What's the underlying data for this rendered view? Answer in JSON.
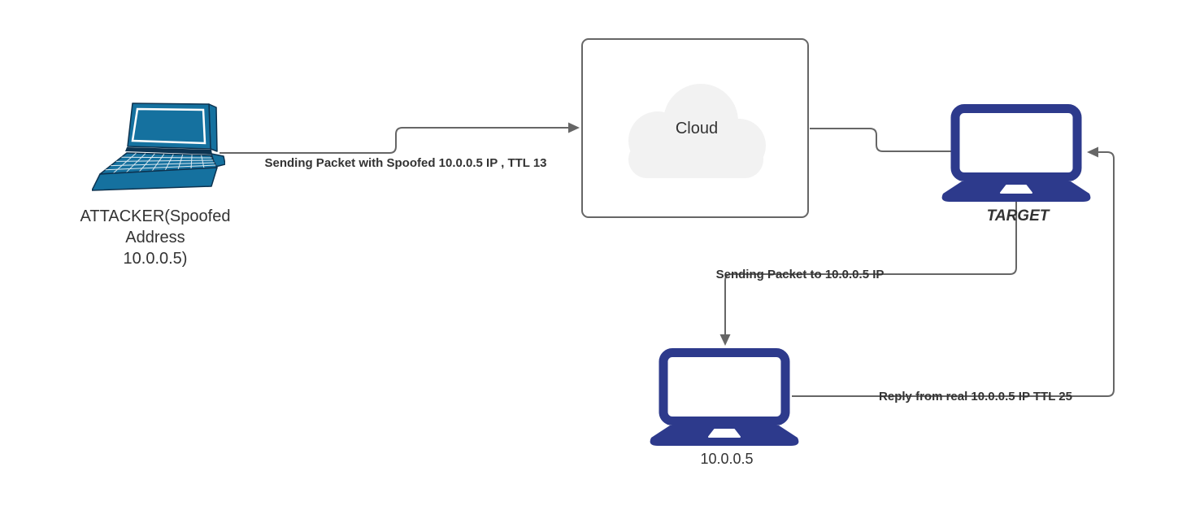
{
  "nodes": {
    "attacker": {
      "label": "ATTACKER(Spoofed\nAddress\n10.0.0.5)"
    },
    "cloud": {
      "label": "Cloud"
    },
    "target": {
      "label": "TARGET"
    },
    "real_host": {
      "label": "10.0.0.5"
    }
  },
  "edges": {
    "attacker_to_cloud": {
      "label": "Sending Packet with Spoofed 10.0.0.5 IP , TTL 13"
    },
    "cloud_to_target": {
      "label": ""
    },
    "target_to_host": {
      "label": "Sending Packet to 10.0.0.5 IP"
    },
    "host_to_target": {
      "label": "Reply from real 10.0.0.5 IP TTL 25"
    }
  },
  "colors": {
    "line": "#666666",
    "text": "#333333",
    "navy_laptop": "#2d3a8c",
    "teal_laptop": "#15719f",
    "teal_laptop_dark": "#0d3350",
    "cloud_fill": "#f2f2f2",
    "canvas_bg": "#ffffff"
  }
}
